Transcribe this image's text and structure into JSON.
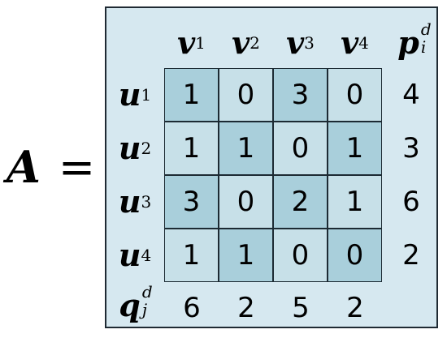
{
  "lhs": {
    "symbol": "A",
    "equals": "="
  },
  "columns": [
    {
      "base": "v",
      "sub": "1"
    },
    {
      "base": "v",
      "sub": "2"
    },
    {
      "base": "v",
      "sub": "3"
    },
    {
      "base": "v",
      "sub": "4"
    }
  ],
  "p_header": {
    "base": "p",
    "sup": "d",
    "sub": "i"
  },
  "rows": [
    {
      "base": "u",
      "sub": "1",
      "values": [
        "1",
        "0",
        "3",
        "0"
      ],
      "p": "4"
    },
    {
      "base": "u",
      "sub": "2",
      "values": [
        "1",
        "1",
        "0",
        "1"
      ],
      "p": "3"
    },
    {
      "base": "u",
      "sub": "3",
      "values": [
        "3",
        "0",
        "2",
        "1"
      ],
      "p": "6"
    },
    {
      "base": "u",
      "sub": "4",
      "values": [
        "1",
        "1",
        "0",
        "0"
      ],
      "p": "2"
    }
  ],
  "q_header": {
    "base": "q",
    "sup": "d",
    "sub": "j"
  },
  "q_values": [
    "6",
    "2",
    "5",
    "2"
  ],
  "colors": {
    "panel_bg": "#d6e8f0",
    "cell_dark": "#a9cfdb",
    "cell_light": "#c7e0e8",
    "border": "#1c2a33"
  }
}
